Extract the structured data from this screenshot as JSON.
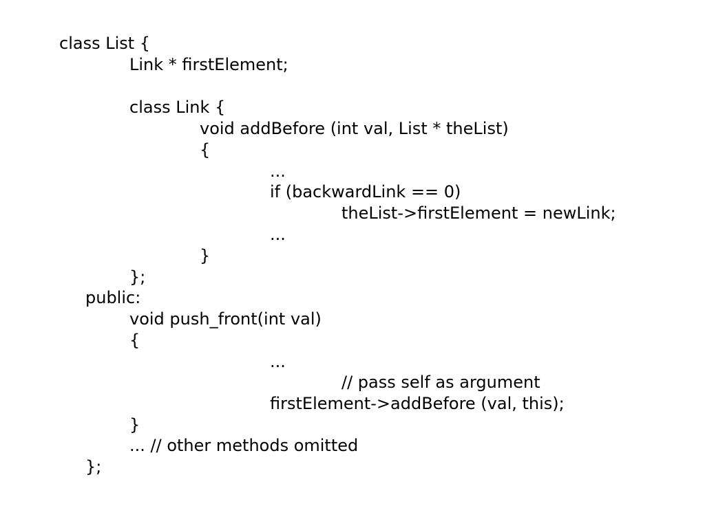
{
  "code": {
    "lines": [
      "class List {",
      "Link * firstElement;",
      "class Link {",
      "void addBefore (int val, List * theList)",
      "{",
      "...",
      "if (backwardLink == 0)",
      "theList->firstElement = newLink;",
      "...",
      "}",
      "};",
      "public:",
      "void push_front(int val)",
      "{",
      "...",
      "// pass self as argument",
      "firstElement->addBefore (val, this);",
      "}",
      "... // other methods omitted",
      "};"
    ]
  }
}
